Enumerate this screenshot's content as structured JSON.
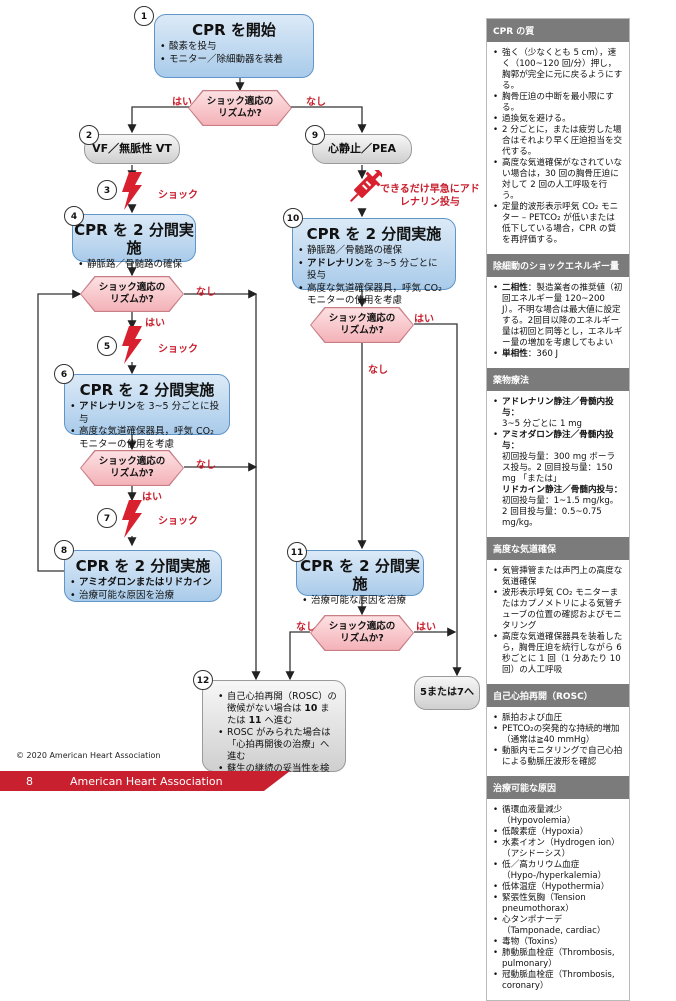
{
  "nodes": {
    "n1": {
      "num": "1",
      "title": "CPR を開始",
      "bullets": [
        "酸素を投与",
        "モニター／除細動器を装着"
      ]
    },
    "n2": {
      "num": "2",
      "text": "VF／無脈性 VT"
    },
    "n3": {
      "num": "3",
      "label": "ショック"
    },
    "n4": {
      "num": "4",
      "title": "CPR を 2 分間実施",
      "bullets": [
        "静脈路／骨髄路の確保"
      ]
    },
    "n5": {
      "num": "5",
      "label": "ショック"
    },
    "n6": {
      "num": "6",
      "title": "CPR を 2 分間実施",
      "bullets_rich": [
        {
          "bold": "アドレナリン",
          "rest": "を 3~5 分ごとに投与"
        },
        {
          "bold": "",
          "rest": "高度な気道確保器具，呼気 CO₂ モニターの使用を考慮"
        }
      ]
    },
    "n7": {
      "num": "7",
      "label": "ショック"
    },
    "n8": {
      "num": "8",
      "title": "CPR を 2 分間実施",
      "bullets_rich": [
        {
          "bold": "アミオダロンまたはリドカイン",
          "rest": ""
        },
        {
          "bold": "",
          "rest": "治療可能な原因を治療"
        }
      ]
    },
    "n9": {
      "num": "9",
      "text": "心静止／PEA"
    },
    "syringe": {
      "label_line1": "できるだけ早急にアド",
      "label_line2": "レナリン投与"
    },
    "n10": {
      "num": "10",
      "title": "CPR を 2 分間実施",
      "bullets_rich": [
        {
          "bold": "",
          "rest": "静脈路／骨髄路の確保"
        },
        {
          "bold": "アドレナリン",
          "rest": "を 3~5 分ごとに投与"
        },
        {
          "bold": "",
          "rest": "高度な気道確保器具，呼気 CO₂ モニターの使用を考慮"
        }
      ]
    },
    "n11": {
      "num": "11",
      "title": "CPR を 2 分間実施",
      "bullets": [
        "治療可能な原因を治療"
      ]
    },
    "n12": {
      "num": "12",
      "bullets_rich": [
        {
          "pre": "自己心拍再開（ROSC）の徴候がない場合は ",
          "bold": "10",
          "mid": " または ",
          "bold2": "11",
          "post": " へ進む"
        },
        {
          "pre": "ROSC がみられた場合は「心拍再開後の治療」へ進む"
        },
        {
          "pre": "蘇生の継続の妥当性を検討"
        }
      ]
    },
    "goto": {
      "text": "5または7へ"
    }
  },
  "decision": {
    "line1": "ショック適応の",
    "line2": "リズムか?"
  },
  "labels": {
    "yes": "はい",
    "no": "なし"
  },
  "sidebar": [
    {
      "heading": "CPR の質",
      "items": [
        "強く（少なくとも 5 cm），速く（100~120 回/分）押し，胸郭が完全に元に戻るようにする。",
        "胸骨圧迫の中断を最小限にする。",
        "過換気を避ける。",
        "2 分ごとに，または疲労した場合はそれより早く圧迫担当を交代する。",
        "高度な気道確保がなされていない場合は，30 回の胸骨圧迫に対して 2 回の人工呼吸を行う。",
        "定量的波形表示呼気 CO₂ モニター – PETCO₂ が低いまたは低下している場合，CPR の質を再評価する。"
      ]
    },
    {
      "heading": "除細動のショックエネルギー量",
      "items_rich": [
        {
          "bold": "二相性",
          "rest": "：製造業者の推奨値（初回エネルギー量 120~200 J）。不明な場合は最大値に設定する。2回目以降のエネルギー量は初回と同等とし，エネルギー量の増加を考慮してもよい"
        },
        {
          "bold": "単相性",
          "rest": "：360 J"
        }
      ]
    },
    {
      "heading": "薬物療法",
      "items_rich": [
        {
          "bold": "アドレナリン静注／骨髄内投与：",
          "rest": "3~5 分ごとに 1 mg"
        },
        {
          "bold": "アミオダロン静注／骨髄内投与：",
          "rest": "初回投与量：300 mg ボーラス投与。2 回目投与量：150 mg 「または」",
          "bold2": "リドカイン静注／骨髄内投与：",
          "rest2": "初回投与量：1~1.5 mg/kg。2 回目投与量：0.5~0.75 mg/kg。"
        }
      ]
    },
    {
      "heading": "高度な気道確保",
      "items": [
        "気管挿管または声門上の高度な気道確保",
        "波形表示呼気 CO₂ モニターまたはカプノメトリによる気管チューブの位置の確認およびモニタリング",
        "高度な気道確保器具を装着したら，胸骨圧迫を続行しながら 6 秒ごとに 1 回（1 分あたり 10 回）の人工呼吸"
      ]
    },
    {
      "heading": "自己心拍再開（ROSC）",
      "items": [
        "脈拍および血圧",
        "PETCO₂の突発的な持続的増加（通常は≧40 mmHg）",
        "動脈内モニタリングで自己心拍による動脈圧波形を確認"
      ]
    },
    {
      "heading": "治療可能な原因",
      "items": [
        "循環血液量減少（Hypovolemia）",
        "低酸素症（Hypoxia）",
        "水素イオン（Hydrogen ion）（アシドーシス）",
        "低／高カリウム血症（Hypo-/hyperkalemia）",
        "低体温症（Hypothermia）",
        "緊張性気胸（Tension pneumothorax）",
        "心タンポナーデ（Tamponade, cardiac）",
        "毒物（Toxins）",
        "肺動脈血栓症（Thrombosis, pulmonary）",
        "冠動脈血栓症（Thrombosis, coronary）"
      ]
    }
  ],
  "footer": {
    "copyright": "© 2020 American Heart Association",
    "page": "8",
    "org": "American Heart Association"
  },
  "colors": {
    "accent_red": "#c8202f",
    "box_blue": "#a9cbea",
    "decision_pink": "#f3b2b8",
    "sidebar_header": "#7b7b7b"
  }
}
